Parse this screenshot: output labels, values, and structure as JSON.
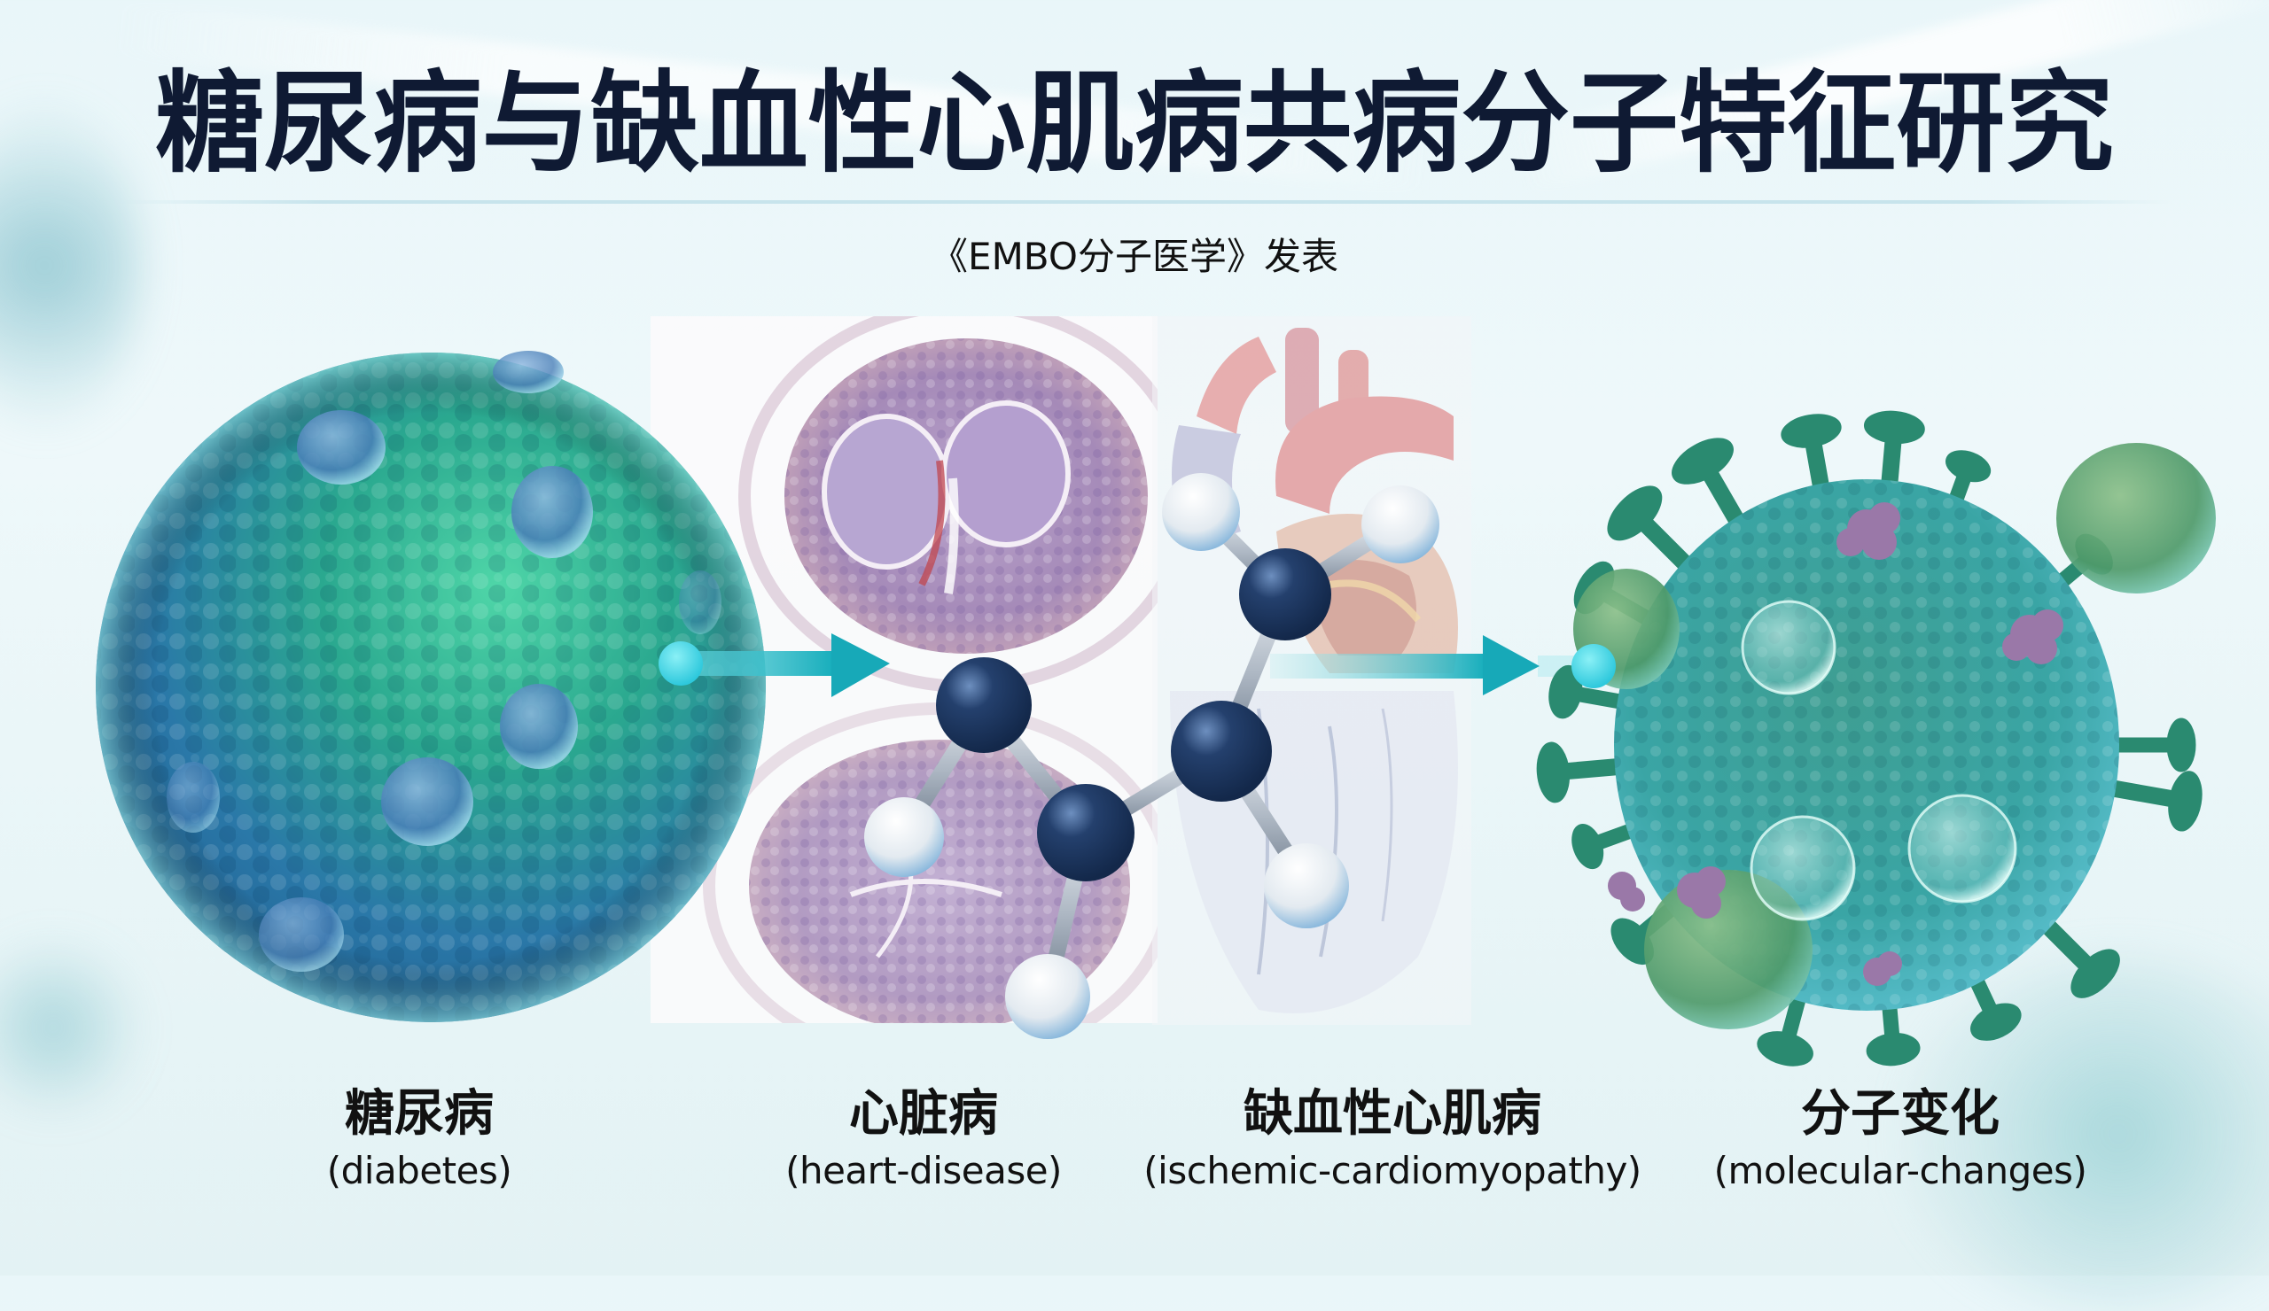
{
  "header": {
    "title": "糖尿病与缺血性心肌病共病分子特征研究",
    "subtitle": "《EMBO分子医学》发表"
  },
  "illustration": {
    "panels": [
      {
        "id": "cell",
        "icon": "diabetic-cell-icon"
      },
      {
        "id": "histology",
        "icon": "tissue-section-icon"
      },
      {
        "id": "heart",
        "icon": "heart-anatomy-icon"
      },
      {
        "id": "virus",
        "icon": "molecular-virus-icon"
      }
    ],
    "molecule": {
      "icon": "molecule-icon",
      "atoms": {
        "carbon": 4,
        "hydrogen": 5
      }
    },
    "arrows": [
      {
        "from": "cell",
        "to": "histology",
        "icon": "arrow-right-icon"
      },
      {
        "from": "heart",
        "to": "virus",
        "icon": "arrow-right-icon"
      }
    ]
  },
  "labels": [
    {
      "zh": "糖尿病",
      "en": "(diabetes)"
    },
    {
      "zh": "心脏病",
      "en": "(heart-disease)"
    },
    {
      "zh": "缺血性心肌病",
      "en": "(ischemic-cardiomyopathy)"
    },
    {
      "zh": "分子变化",
      "en": "(molecular-changes)"
    }
  ],
  "colors": {
    "title": "#0f1a33",
    "arrow": "#17a9b8",
    "arrow_dot": "#3fd8e6",
    "cell_green": "#2fbf8f",
    "cell_blue": "#2f6fa8",
    "virus_body": "#3aa5a5",
    "virus_spike": "#2a8a70",
    "virus_cluster": "#9a78a8",
    "molecule_carbon": "#1e3a66",
    "molecule_hydrogen": "#e8eef3"
  }
}
